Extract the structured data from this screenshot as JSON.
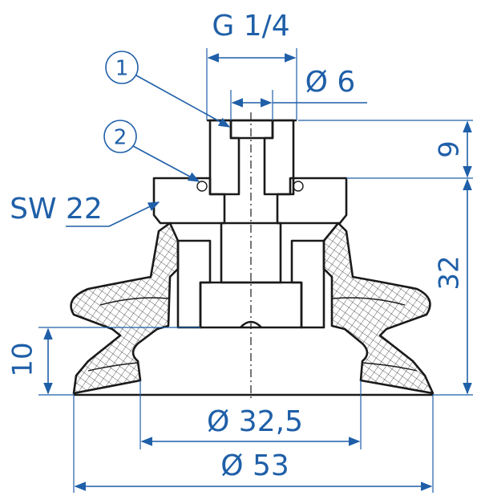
{
  "colors": {
    "dimension": "#1f5fa8",
    "outline": "#1a1a1a",
    "background": "#ffffff"
  },
  "dimensions": {
    "thread": "G 1/4",
    "bore": "Ø 6",
    "height_top": "9",
    "height_body": "32",
    "height_bellows": "10",
    "wrench_size": "SW 22",
    "inner_diameter": "Ø 32,5",
    "outer_diameter": "Ø 53"
  },
  "callouts": [
    {
      "label": "1"
    },
    {
      "label": "2"
    }
  ]
}
